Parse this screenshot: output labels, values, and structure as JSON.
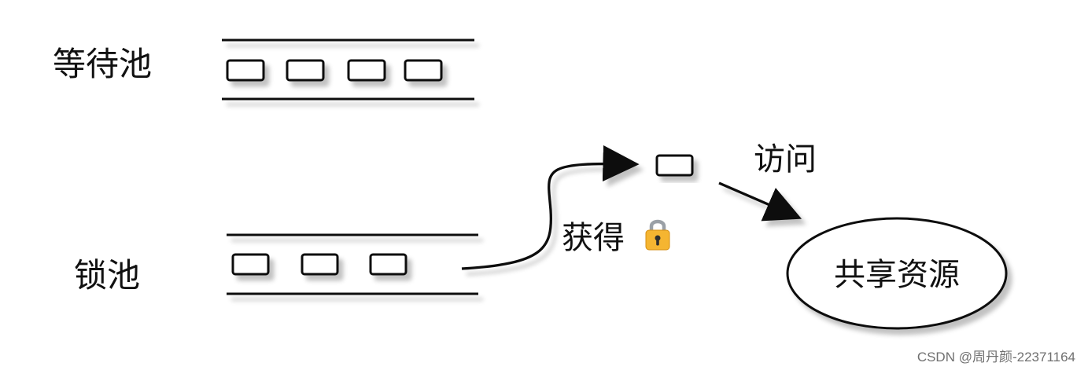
{
  "labels": {
    "waiting_pool": "等待池",
    "lock_pool": "锁池",
    "acquire": "获得",
    "access": "访问",
    "shared_resource": "共享资源"
  },
  "icons": {
    "lock": "lock-icon"
  },
  "pools": {
    "waiting_items": 4,
    "lock_items": 3
  },
  "watermark": "CSDN @周丹颜-22371164",
  "colors": {
    "stroke": "#111111",
    "shadow": "#bdbdbd",
    "lock_body": "#f5b531",
    "lock_shackle": "#9aa0a6"
  }
}
